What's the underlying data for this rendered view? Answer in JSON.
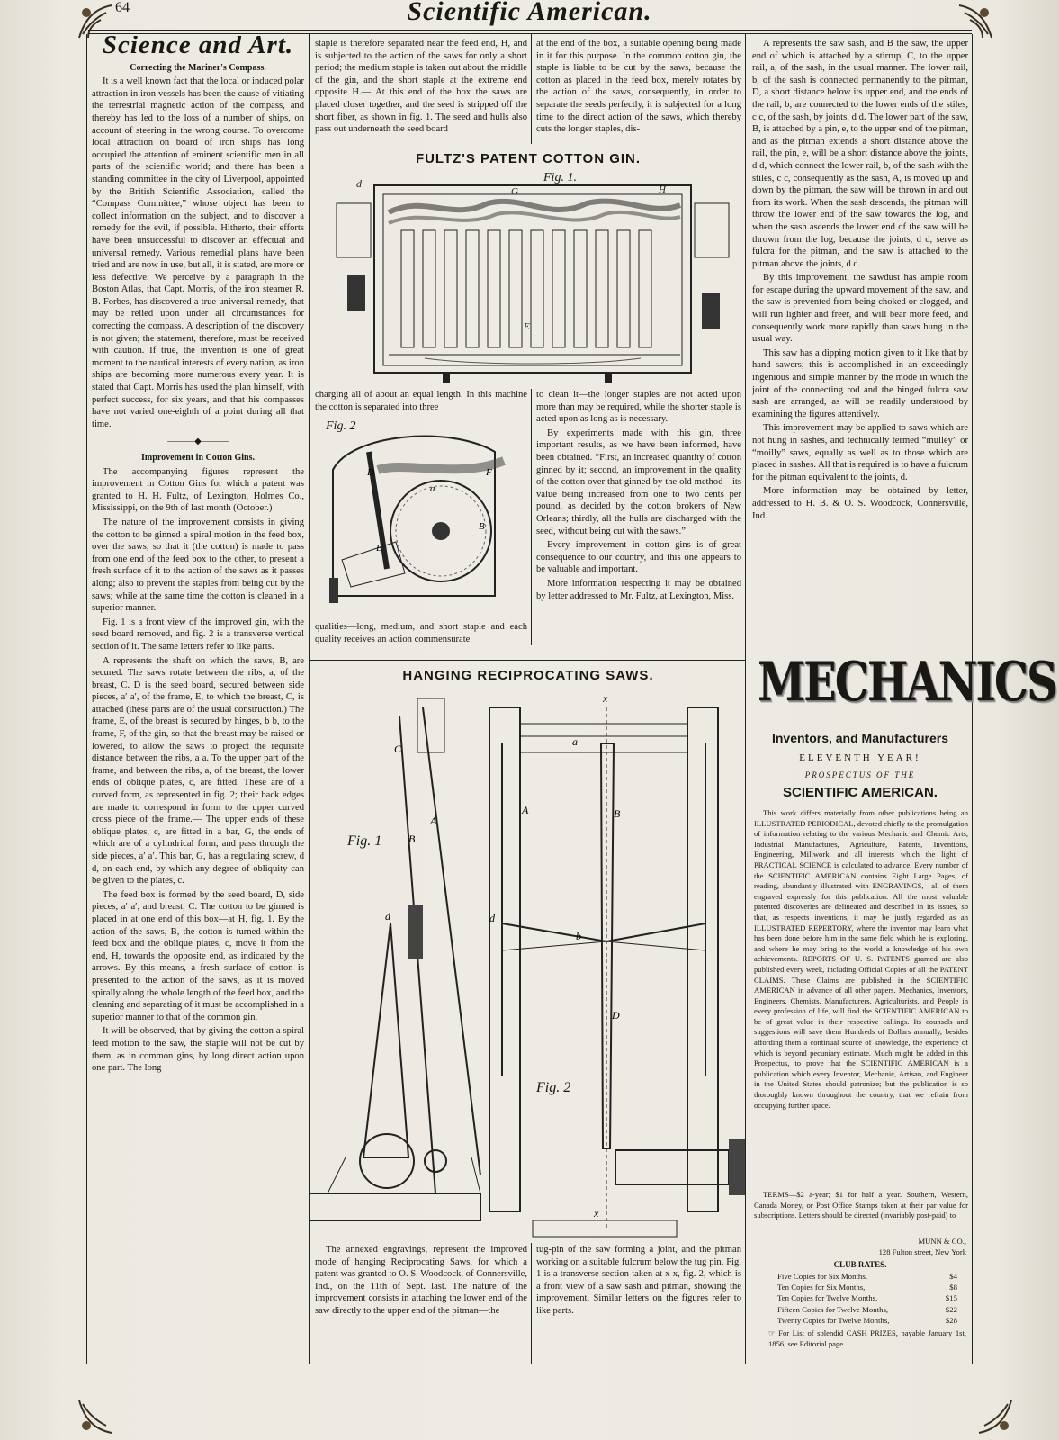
{
  "masthead": {
    "page_number": "64",
    "title": "Scientific American."
  },
  "col1": {
    "section_title": "Science and Art.",
    "article1_title": "Correcting the Mariner's Compass.",
    "article1_paragraphs": [
      "It is a well known fact that the local or induced polar attraction in iron vessels has been the cause of vitiating the terrestrial magnetic action of the compass, and thereby has led to the loss of a number of ships, on account of steering in the wrong course. To overcome local attraction on board of iron ships has long occupied the attention of eminent scientific men in all parts of the scientific world; and there has been a standing committee in the city of Liverpool, appointed by the British Scientific Association, called the “Compass Committee,” whose object has been to collect information on the subject, and to discover a remedy for the evil, if possible. Hitherto, their efforts have been unsuccessful to discover an effectual and universal remedy. Various remedial plans have been tried and are now in use, but all, it is stated, are more or less defective. We perceive by a paragraph in the Boston Atlas, that Capt. Morris, of the iron steamer R. B. Forbes, has discovered a true universal remedy, that may be relied upon under all circumstances for correcting the compass. A description of the discovery is not given; the statement, therefore, must be received with caution. If true, the invention is one of great moment to the nautical interests of every nation, as iron ships are becoming more numerous every year. It is stated that Capt. Morris has used the plan himself, with perfect success, for six years, and that his compasses have not varied one-eighth of a point during all that time."
    ],
    "article2_title": "Improvement in Cotton Gins.",
    "article2_paragraphs": [
      "The accompanying figures represent the improvement in Cotton Gins for which a patent was granted to H. H. Fultz, of Lexington, Holmes Co., Mississippi, on the 9th of last month (October.)",
      "The nature of the improvement consists in giving the cotton to be ginned a spiral motion in the feed box, over the saws, so that it (the cotton) is made to pass from one end of the feed box to the other, to present a fresh surface of it to the action of the saws as it passes along; also to prevent the staples from being cut by the saws; while at the same time the cotton is cleaned in a superior manner.",
      "Fig. 1 is a front view of the improved gin, with the seed board removed, and fig. 2 is a transverse vertical section of it. The same letters refer to like parts.",
      "A represents the shaft on which the saws, B, are secured. The saws rotate between the ribs, a, of the breast, C. D is the seed board, secured between side pieces, a′ a′, of the frame, E, to which the breast, C, is attached (these parts are of the usual construction.) The frame, E, of the breast is secured by hinges, b b, to the frame, F, of the gin, so that the breast may be raised or lowered, to allow the saws to project the requisite distance between the ribs, a a. To the upper part of the frame, and between the ribs, a, of the breast, the lower ends of oblique plates, c, are fitted. These are of a curved form, as represented in fig. 2; their back edges are made to correspond in form to the upper curved cross piece of the frame.— The upper ends of these oblique plates, c, are fitted in a bar, G, the ends of which are of a cylindrical form, and pass through the side pieces, a′ a′. This bar, G, has a regulating screw, d d, on each end, by which any degree of obliquity can be given to the plates, c.",
      "The feed box is formed by the seed board, D, side pieces, a′ a′, and breast, C. The cotton to be ginned is placed in at one end of this box—at H, fig. 1. By the action of the saws, B, the cotton is turned within the feed box and the oblique plates, c, move it from the end, H, towards the opposite end, as indicated by the arrows. By this means, a fresh surface of cotton is presented to the action of the saws, as it is moved spirally along the whole length of the feed box, and the cleaning and separating of it must be accomplished in a superior manner to that of the common gin.",
      "It will be observed, that by giving the cotton a spiral feed motion to the saw, the staple will not be cut by them, as in common gins, by long direct action upon one part. The long"
    ]
  },
  "col2_top": "staple is therefore separated near the feed end, H, and is subjected to the action of the saws for only a short period; the medium staple is taken out about the middle of the gin, and the short staple at the extreme end opposite H.— At this end of the box the saws are placed closer together, and the seed is stripped off the short fiber, as shown in fig. 1. The seed and hulls also pass out underneath the seed board",
  "col3_top": "at the end of the box, a suitable opening being made in it for this purpose. In the common cotton gin, the staple is liable to be cut by the saws, because the cotton as placed in the feed box, merely rotates by the action of the saws, consequently, in order to separate the seeds perfectly, it is subjected for a long time to the direct action of the saws, which thereby cuts the longer staples, dis-",
  "gin_figure": {
    "title": "FULTZ'S PATENT COTTON GIN.",
    "fig1_label": "Fig. 1.",
    "fig2_label": "Fig. 2"
  },
  "col2_mid": "charging all of about an equal length. In this machine the cotton is separated into three",
  "col2_bottom": "qualities—long, medium, and short staple and each quality receives an action commensurate",
  "col3_mid": [
    "to clean it—the longer staples are not acted upon more than may be required, while the shorter staple is acted upon as long as is necessary.",
    "By experiments made with this gin, three important results, as we have been informed, have been obtained. “First, an increased quantity of cotton ginned by it; second, an improvement in the quality of the cotton over that ginned by the old method—its value being increased from one to two cents per pound, as decided by the cotton brokers of New Orleans; thirdly, all the hulls are discharged with the seed, without being cut with the saws.”",
    "Every improvement in cotton gins is of great consequence to our country, and this one appears to be valuable and important.",
    "More information respecting it may be obtained by letter addressed to Mr. Fultz, at Lexington, Miss."
  ],
  "saw_figure": {
    "title": "HANGING RECIPROCATING SAWS.",
    "fig1_label": "Fig. 1",
    "fig2_label": "Fig. 2"
  },
  "saw_text_left": "The annexed engravings, represent the improved mode of hanging Reciprocating Saws, for which a patent was granted to O. S. Woodcock, of Connersville, Ind., on the 11th of Sept. last. The nature of the improvement consists in attaching the lower end of the saw directly to the upper end of the pitman—the",
  "saw_text_right": "tug-pin of the saw forming a joint, and the pitman working on a suitable fulcrum below the tug pin. Fig. 1 is a transverse section taken at x x, fig. 2, which is a front view of a saw sash and pitman, showing the improvement. Similar letters on the figures refer to like parts.",
  "col4": [
    "A represents the saw sash, and B the saw, the upper end of which is attached by a stirrup, C, to the upper rail, a, of the sash, in the usual manner. The lower rail, b, of the sash is connected permanently to the pitman, D, a short distance below its upper end, and the ends of the rail, b, are connected to the lower ends of the stiles, c c, of the sash, by joints, d d. The lower part of the saw, B, is attached by a pin, e, to the upper end of the pitman, and as the pitman extends a short distance above the rail, the pin, e, will be a short distance above the joints, d d, which connect the lower rail, b, of the sash with the stiles, c c, consequently as the sash, A, is moved up and down by the pitman, the saw will be thrown in and out from its work. When the sash descends, the pitman will throw the lower end of the saw towards the log, and when the sash ascends the lower end of the saw will be thrown from the log, because the joints, d d, serve as fulcra for the pitman, and the saw is attached to the pitman above the joints, d d.",
    "By this improvement, the sawdust has ample room for escape during the upward movement of the saw, and the saw is prevented from being choked or clogged, and will run lighter and freer, and will bear more feed, and consequently work more rapidly than saws hung in the usual way.",
    "This saw has a dipping motion given to it like that by hand sawers; this is accomplished in an exceedingly ingenious and simple manner by the mode in which the joint of the connecting rod and the hinged fulcra saw sash are arranged, as will be readily understood by examining the figures attentively.",
    "This improvement may be applied to saws which are not hung in sashes, and technically termed “mulley” or “moilly” saws, equally as well as to those which are placed in sashes. All that is required is to have a fulcrum for the pitman equivalent to the joints, d.",
    "More information may be obtained by letter, addressed to H. B. & O. S. Woodcock, Connersville, Ind."
  ],
  "ad": {
    "logo": "MECHANICS",
    "subtitle": "Inventors, and Manufacturers",
    "year": "ELEVENTH YEAR!",
    "prospectus": "PROSPECTUS OF THE",
    "paper_name": "SCIENTIFIC AMERICAN.",
    "body": "This work differs materially from other publications being an ILLUSTRATED PERIODICAL, devoted chiefly to the promulgation of information relating to the various Mechanic and Chemic Arts, Industrial Manufactures, Agriculture, Patents, Inventions, Engineering, Millwork, and all interests which the light of PRACTICAL SCIENCE is calculated to advance. Every number of the SCIENTIFIC AMERICAN contains Eight Large Pages, of reading, abundantly illustrated with ENGRAVINGS,—all of them engraved expressly for this publication. All the most valuable patented discoveries are delineated and described in its issues, so that, as respects inventions, it may be justly regarded as an ILLUSTRATED REPERTORY, where the inventor may learn what has been done before him in the same field which he is exploring, and where he may bring to the world a knowledge of his own achievements. REPORTS OF U. S. PATENTS granted are also published every week, including Official Copies of all the PATENT CLAIMS. These Claims are published in the SCIENTIFIC AMERICAN in advance of all other papers. Mechanics, Inventors, Engineers, Chemists, Manufacturers, Agriculturists, and People in every profession of life, will find the SCIENTIFIC AMERICAN to be of great value in their respective callings. Its counsels and suggestions will save them Hundreds of Dollars annually, besides affording them a continual source of knowledge, the experience of which is beyond pecuniary estimate. Much might be added in this Prospectus, to prove that the SCIENTIFIC AMERICAN is a publication which every Inventor, Mechanic, Artisan, and Engineer in the United States should patronize; but the publication is so thoroughly known throughout the country, that we refrain from occupying further space.",
    "terms": "TERMS—$2 a-year; $1 for half a year. Southern, Western, Canada Money, or Post Office Stamps taken at their par value for subscriptions. Letters should be directed (invariably post-paid) to",
    "publisher": "MUNN & CO.,",
    "address": "128 Fulton street, New York",
    "club_title": "CLUB RATES.",
    "club_rates": [
      {
        "label": "Five Copies for Six Months,",
        "price": "$4"
      },
      {
        "label": "Ten Copies for Six Months,",
        "price": "$8"
      },
      {
        "label": "Ten Copies for Twelve Months,",
        "price": "$15"
      },
      {
        "label": "Fifteen Copies for Twelve Months,",
        "price": "$22"
      },
      {
        "label": "Twenty Copies for Twelve Months,",
        "price": "$28"
      }
    ],
    "footnote": "☞ For List of splendid CASH PRIZES, payable January 1st, 1856, see Editorial page."
  }
}
